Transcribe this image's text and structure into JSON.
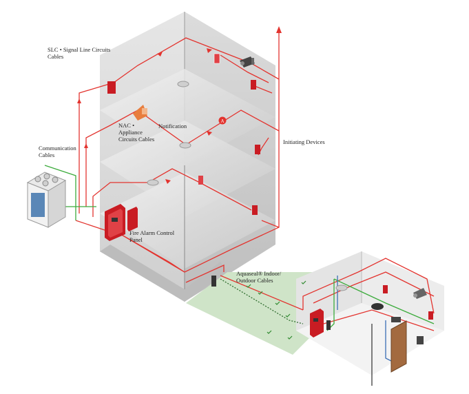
{
  "labels": {
    "slc": "SLC • Signal Line Circuits\nCables",
    "communication": "Communication\nCables",
    "nac": "NAC •\nAppliance\nCircuits Cables",
    "notification": "Notification",
    "initiating": "Initiating Devices",
    "facp": "Fire Alarm Control\nPanel",
    "aquaseal": "Aquaseal® Indoor/\nOutdoor Cables"
  },
  "badge": "A",
  "colors": {
    "wire": "#e3342f",
    "device": "#d11f26",
    "green_wire": "#3bab3b",
    "blue_wire": "#3b6fb6",
    "grass": "#cfe4c8",
    "building_light": "#e9e9e9",
    "building_mid": "#d9d9d9",
    "building_dark": "#c4c4c4"
  },
  "icons": [
    "server-rack-icon",
    "fire-alarm-panel-icon",
    "pull-station-icon",
    "horn-strobe-icon",
    "smoke-detector-icon",
    "security-camera-icon",
    "door-icon",
    "speaker-icon"
  ]
}
